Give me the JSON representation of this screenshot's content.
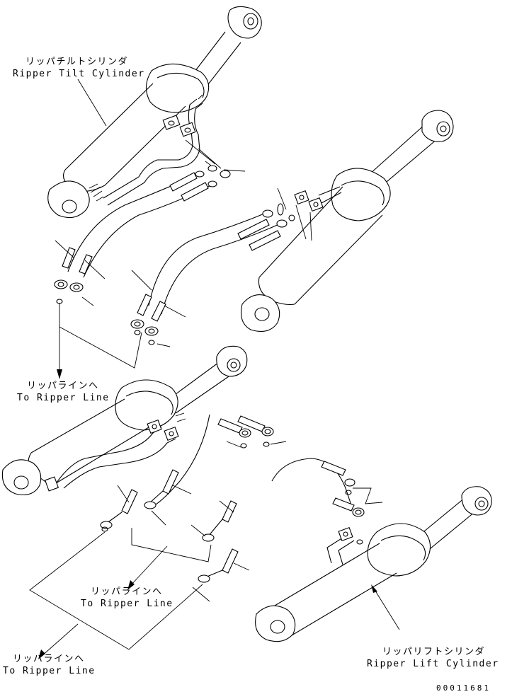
{
  "labels": {
    "tilt_cylinder_jp": "リッパチルトシリンダ",
    "tilt_cylinder_en": "Ripper Tilt Cylinder",
    "line_upper_jp": "リッパラインへ",
    "line_upper_en": "To Ripper Line",
    "line_middle_jp": "リッパラインへ",
    "line_middle_en": "To Ripper Line",
    "line_lower_jp": "リッパラインへ",
    "line_lower_en": "To Ripper Line",
    "lift_cylinder_jp": "リッパリフトシリンダ",
    "lift_cylinder_en": "Ripper Lift Cylinder",
    "drawing_number": "00011681"
  }
}
